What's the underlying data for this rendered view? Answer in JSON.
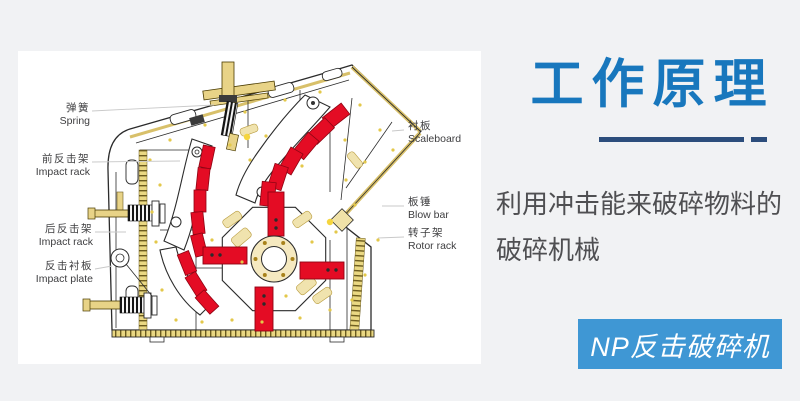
{
  "page": {
    "background_color": "#f1f2f4",
    "card_background": "#ffffff"
  },
  "card": {
    "labels_left": [
      {
        "zh": "弹簧",
        "en": "Spring"
      },
      {
        "zh": "前反击架",
        "en": "Impact rack"
      },
      {
        "zh": "后反击架",
        "en": "Impact rack"
      },
      {
        "zh": "反击衬板",
        "en": "Impact plate"
      }
    ],
    "labels_right": [
      {
        "zh": "衬板",
        "en": "Scaleboard"
      },
      {
        "zh": "板锤",
        "en": "Blow bar"
      },
      {
        "zh": "转子架",
        "en": "Rotor rack"
      }
    ],
    "diagram_colors": {
      "outline": "#2b2b2b",
      "wear_parts_red": "#e40c24",
      "bolt_tan": "#e8d387",
      "dot_yellow": "#e3c84a"
    }
  },
  "panel": {
    "title": "工作原理",
    "title_color": "#1877bd",
    "underline_color": "#2c4d7c",
    "description_line1": "利用冲击能来破碎物料的",
    "description_line2": "破碎机械",
    "badge": {
      "label": "NP反击破碎机",
      "background_color": "#3f97d4",
      "text_color": "#ffffff"
    }
  }
}
